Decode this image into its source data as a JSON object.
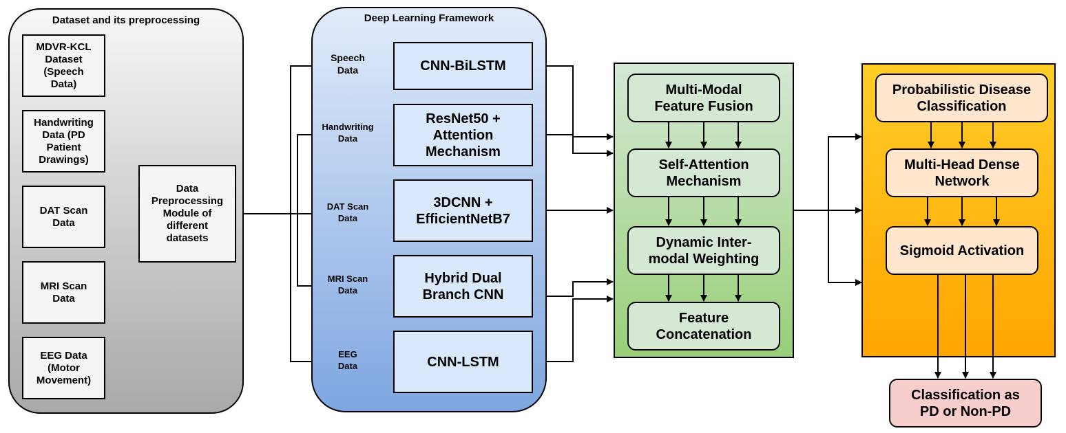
{
  "panels": {
    "dataset": {
      "title": "Dataset and its preprocessing"
    },
    "framework": {
      "title": "Deep Learning Framework"
    }
  },
  "sources": [
    {
      "label": "MDVR-KCL\nDataset\n(Speech\nData)"
    },
    {
      "label": "Handwriting\nData (PD\nPatient\nDrawings)"
    },
    {
      "label": "DAT Scan\nData"
    },
    {
      "label": "MRI Scan\nData"
    },
    {
      "label": "EEG Data\n(Motor\nMovement)"
    }
  ],
  "preprocessing": {
    "label": "Data\nPreprocessing\nModule of\ndifferent\ndatasets"
  },
  "routes": [
    {
      "label": "Speech\nData"
    },
    {
      "label": "Handwriting\nData"
    },
    {
      "label": "DAT Scan\nData"
    },
    {
      "label": "MRI Scan\nData"
    },
    {
      "label": "EEG\nData"
    }
  ],
  "models": [
    {
      "label": "CNN-BiLSTM"
    },
    {
      "label": "ResNet50 +\nAttention\nMechanism"
    },
    {
      "label": "3DCNN +\nEfficientNetB7"
    },
    {
      "label": "Hybrid Dual\nBranch CNN"
    },
    {
      "label": "CNN-LSTM"
    }
  ],
  "fusion_steps": [
    {
      "label": "Multi-Modal\nFeature Fusion"
    },
    {
      "label": "Self-Attention\nMechanism"
    },
    {
      "label": "Dynamic Inter-\nmodal Weighting"
    },
    {
      "label": "Feature\nConcatenation"
    }
  ],
  "classifier_steps": [
    {
      "label": "Probabilistic Disease\nClassification"
    },
    {
      "label": "Multi-Head Dense\nNetwork"
    },
    {
      "label": "Sigmoid Activation"
    }
  ],
  "output": {
    "label": "Classification as\nPD or Non-PD"
  },
  "colors": {
    "dataset_panel_top": "#f7f7f7",
    "dataset_panel_bottom": "#a9a9a9",
    "framework_panel_top": "#e2ecfb",
    "framework_panel_bottom": "#7ea6e0",
    "model_box": "#dae8fc",
    "fusion_panel_top": "#d5e8d4",
    "fusion_panel_bottom": "#97d077",
    "fusion_box": "#d5e8d4",
    "classifier_panel_top": "#ffcd28",
    "classifier_panel_bottom": "#ffa500",
    "classifier_box": "#ffe6cc",
    "output_box": "#f8cecc",
    "light_box": "#f5f5f5"
  }
}
